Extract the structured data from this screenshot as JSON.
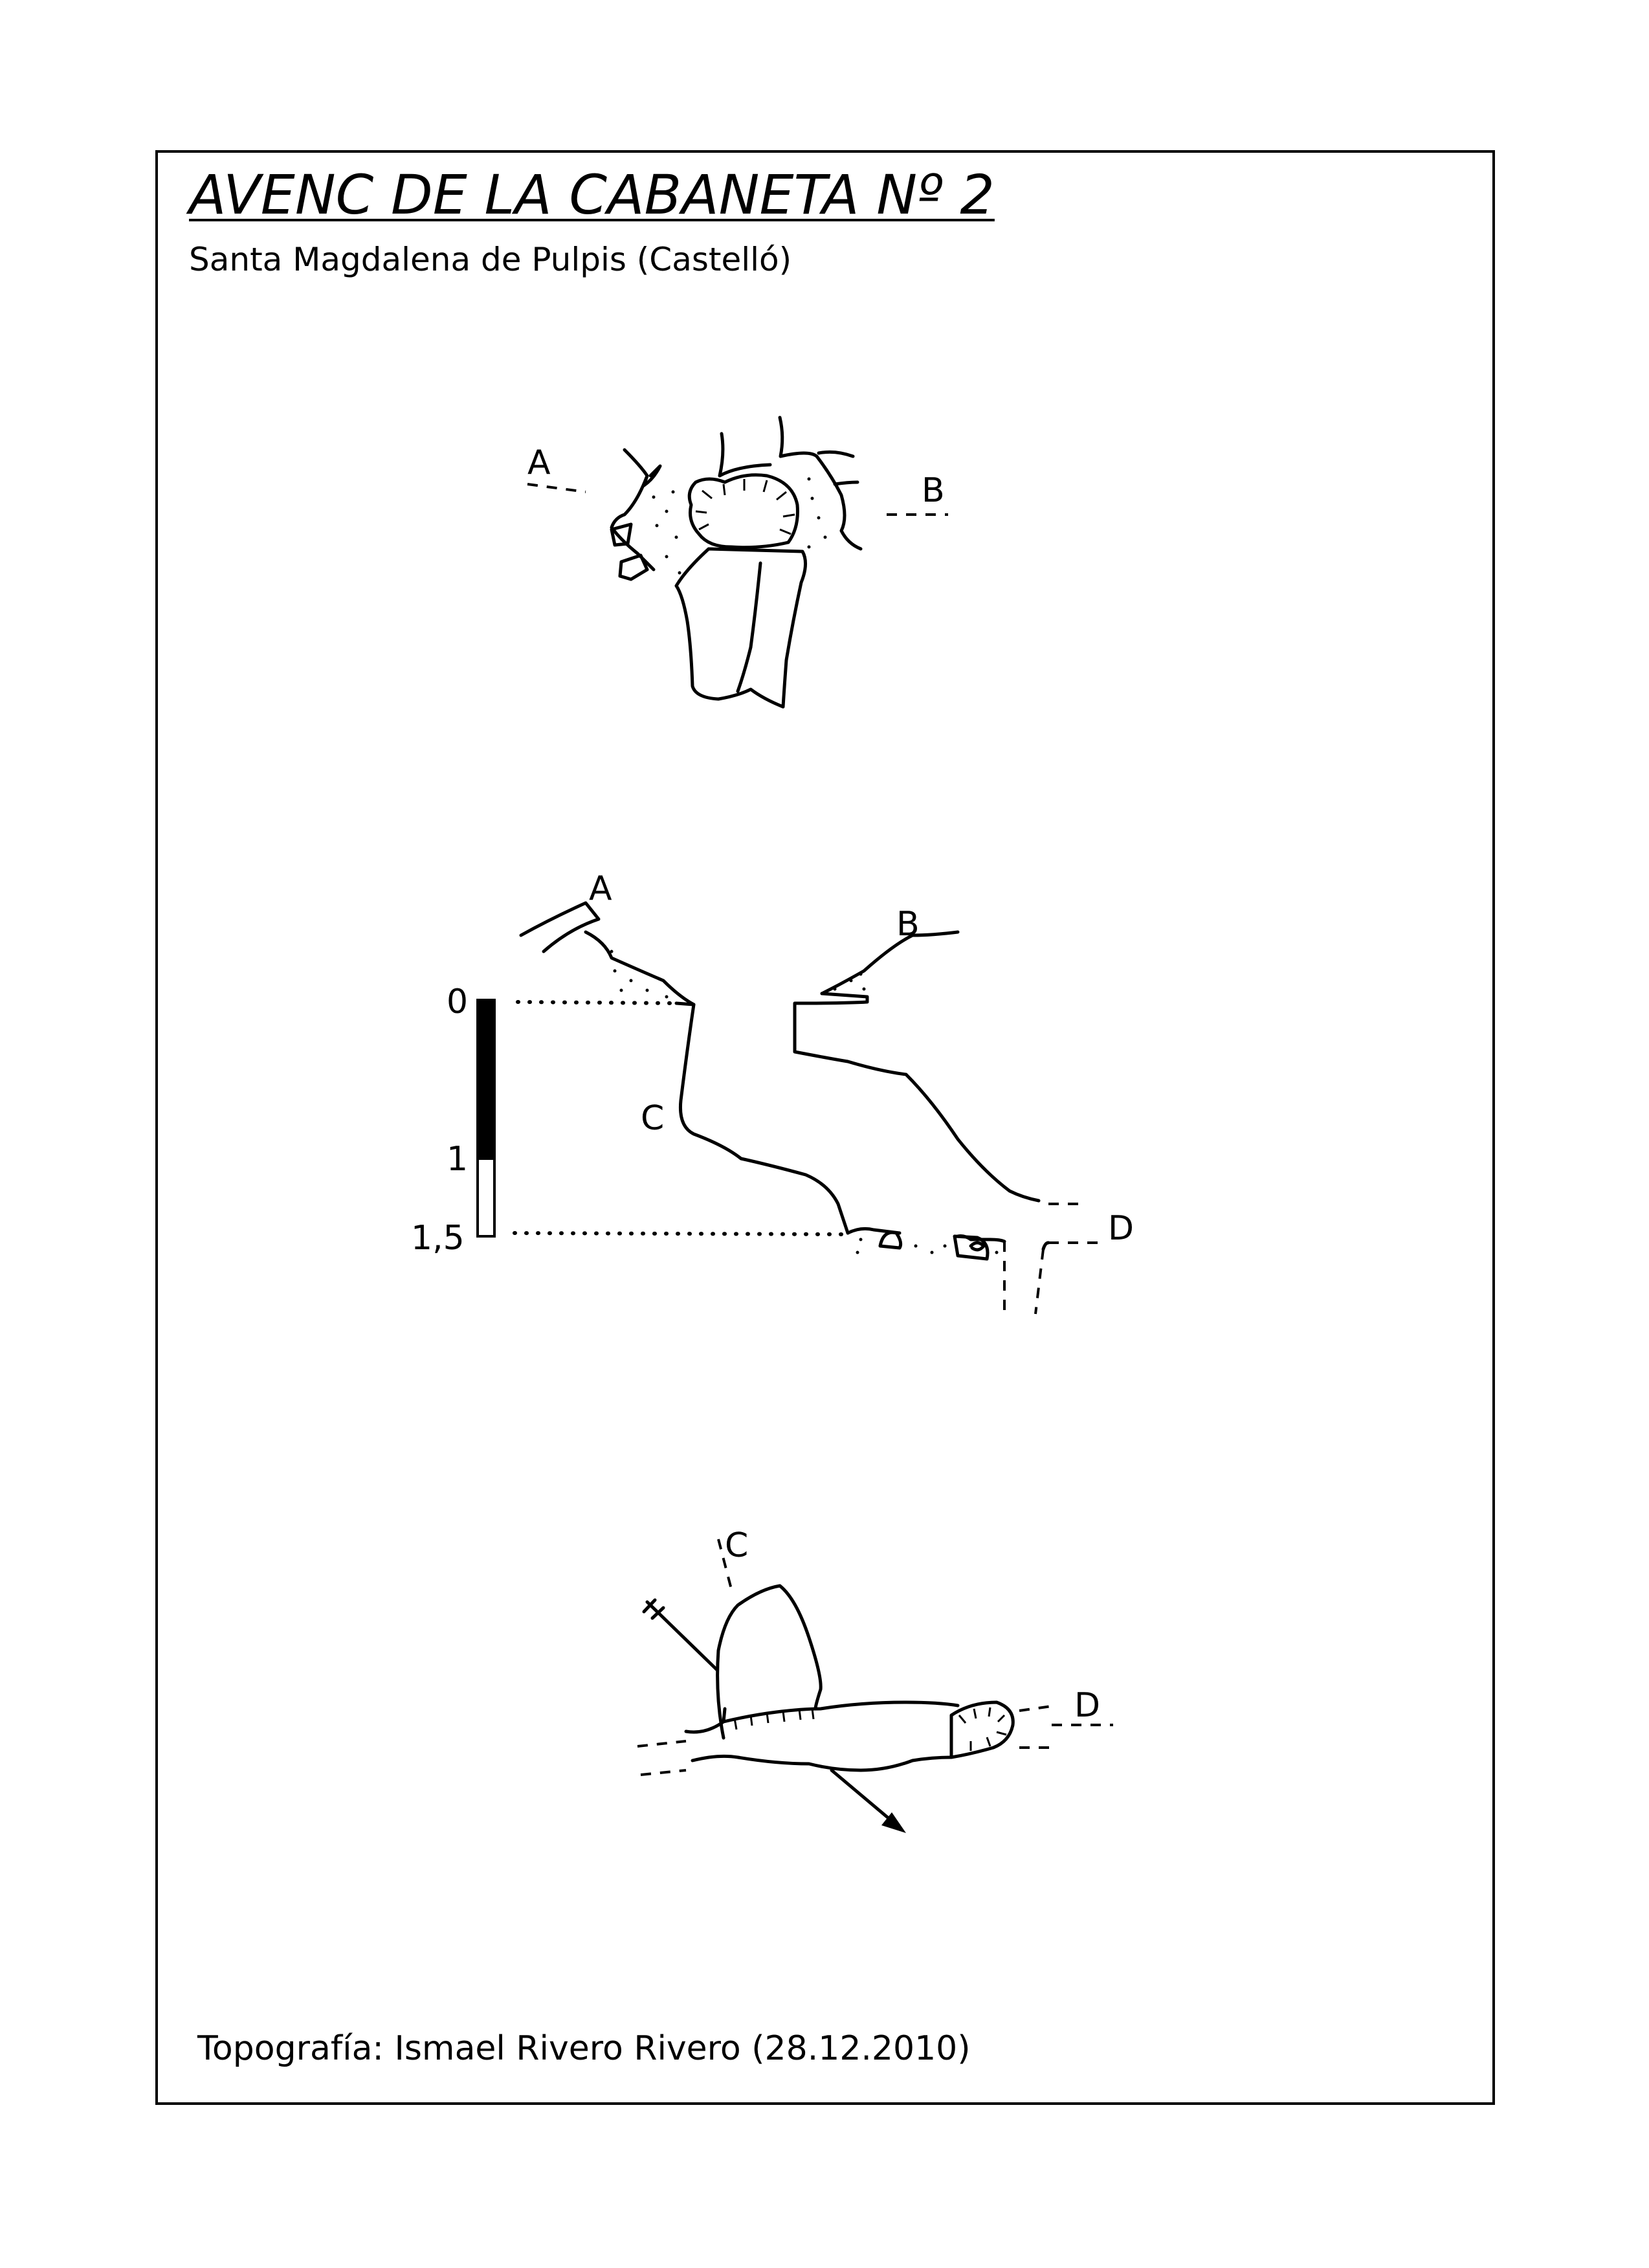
{
  "title": "AVENC DE LA CABANETA Nº 2",
  "subtitle": "Santa Magdalena de Pulpis (Castelló)",
  "credit": "Topografía: Ismael Rivero Rivero (28.12.2010)",
  "plan_labels": {
    "a": "A",
    "b": "B"
  },
  "section_labels": {
    "a": "A",
    "b": "B",
    "c": "C",
    "d": "D"
  },
  "scale": {
    "top": "0",
    "mid": "1",
    "bottom": "1,5"
  },
  "crosssection_labels": {
    "c": "C",
    "d": "D"
  }
}
